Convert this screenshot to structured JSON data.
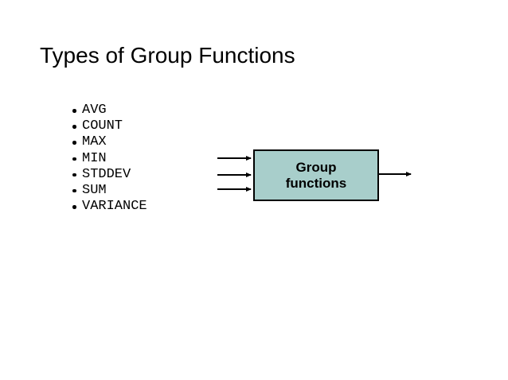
{
  "title": "Types of Group Functions",
  "bullets": {
    "items": [
      "AVG",
      "COUNT",
      "MAX",
      "MIN",
      "STDDEV",
      "SUM",
      "VARIANCE"
    ]
  },
  "diagram": {
    "box": {
      "label": "Group functions",
      "lines": [
        "Group",
        "functions"
      ],
      "fill_color": "#a8cecb",
      "border_color": "#000000"
    },
    "arrows": {
      "inputs": 3,
      "outputs": 1,
      "color": "#000000"
    }
  },
  "colors": {
    "background": "#ffffff",
    "text": "#000000"
  }
}
